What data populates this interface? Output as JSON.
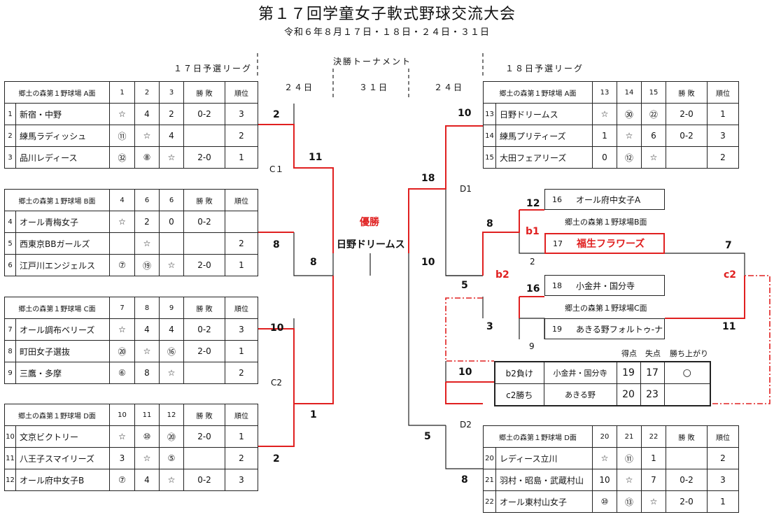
{
  "header": {
    "title": "第１７回学童女子軟式野球交流大会",
    "dates": "令和６年８月１７日・１８日・２４日・３１日"
  },
  "sections": {
    "left_league": "１７日予選リーグ",
    "right_league": "１８日予選リーグ",
    "final": "決勝トーナメント",
    "day24_left": "２４日",
    "day31": "３１日",
    "day24_right": "２４日"
  },
  "cols": {
    "wl": "勝 敗",
    "rank": "順位"
  },
  "leagues": {
    "A": {
      "venue": "郷土の森第１野球場 A面",
      "c1": "1",
      "c2": "2",
      "c3": "3",
      "rows": [
        {
          "no": "1",
          "team": "新宿・中野",
          "r1": "☆",
          "r2": "4",
          "r3": "2",
          "wl": "0-2",
          "rank": "3"
        },
        {
          "no": "2",
          "team": "練馬ラディッシュ",
          "r1": "⑪",
          "r2": "☆",
          "r3": "4",
          "wl": "",
          "rank": "2"
        },
        {
          "no": "3",
          "team": "品川レディース",
          "r1": "㉜",
          "r2": "⑧",
          "r3": "☆",
          "wl": "2-0",
          "rank": "1"
        }
      ]
    },
    "B": {
      "venue": "郷土の森第１野球場 B面",
      "c1": "4",
      "c2": "6",
      "c3": "6",
      "rows": [
        {
          "no": "4",
          "team": "オール青梅女子",
          "r1": "☆",
          "r2": "2",
          "r3": "0",
          "wl": "0-2",
          "rank": ""
        },
        {
          "no": "5",
          "team": "西東京BBガールズ",
          "r1": "",
          "r2": "☆",
          "r3": "",
          "wl": "",
          "rank": "2"
        },
        {
          "no": "6",
          "team": "江戸川エンジェルス",
          "r1": "⑦",
          "r2": "⑲",
          "r3": "☆",
          "wl": "2-0",
          "rank": "1"
        }
      ]
    },
    "C": {
      "venue": "郷土の森第１野球場 C面",
      "c1": "7",
      "c2": "8",
      "c3": "9",
      "rows": [
        {
          "no": "7",
          "team": "オール調布ベリーズ",
          "r1": "☆",
          "r2": "4",
          "r3": "4",
          "wl": "0-2",
          "rank": "3"
        },
        {
          "no": "8",
          "team": "町田女子選抜",
          "r1": "⑳",
          "r2": "☆",
          "r3": "⑯",
          "wl": "2-0",
          "rank": "1"
        },
        {
          "no": "9",
          "team": "三鷹・多摩",
          "r1": "⑥",
          "r2": "8",
          "r3": "☆",
          "wl": "",
          "rank": "2"
        }
      ]
    },
    "D": {
      "venue": "郷土の森第１野球場 D面",
      "c1": "10",
      "c2": "11",
      "c3": "12",
      "rows": [
        {
          "no": "10",
          "team": "文京ビクトリー",
          "r1": "☆",
          "r2": "⑩",
          "r3": "⑳",
          "wl": "2-0",
          "rank": "1"
        },
        {
          "no": "11",
          "team": "八王子スマイリーズ",
          "r1": "3",
          "r2": "☆",
          "r3": "⑤",
          "wl": "",
          "rank": "2"
        },
        {
          "no": "12",
          "team": "オール府中女子B",
          "r1": "⑦",
          "r2": "4",
          "r3": "☆",
          "wl": "0-2",
          "rank": "3"
        }
      ]
    },
    "RA": {
      "venue": "郷土の森第１野球場 A面",
      "c1": "13",
      "c2": "14",
      "c3": "15",
      "rows": [
        {
          "no": "13",
          "team": "日野ドリームス",
          "r1": "☆",
          "r2": "㉚",
          "r3": "㉒",
          "wl": "2-0",
          "rank": "1"
        },
        {
          "no": "14",
          "team": "練馬プリティーズ",
          "r1": "1",
          "r2": "☆",
          "r3": "6",
          "wl": "0-2",
          "rank": "3"
        },
        {
          "no": "15",
          "team": "大田フェアリーズ",
          "r1": "0",
          "r2": "⑫",
          "r3": "☆",
          "wl": "",
          "rank": "2"
        }
      ]
    },
    "RD": {
      "venue": "郷土の森第１野球場 D面",
      "c1": "20",
      "c2": "21",
      "c3": "22",
      "rows": [
        {
          "no": "20",
          "team": "レディース立川",
          "r1": "☆",
          "r2": "⑪",
          "r3": "1",
          "wl": "",
          "rank": "2"
        },
        {
          "no": "21",
          "team": "羽村・昭島・武蔵村山",
          "r1": "10",
          "r2": "☆",
          "r3": "7",
          "wl": "0-2",
          "rank": "3"
        },
        {
          "no": "22",
          "team": "オール東村山女子",
          "r1": "⑩",
          "r2": "⑬",
          "r3": "☆",
          "wl": "2-0",
          "rank": "1"
        }
      ]
    }
  },
  "bracket": {
    "s1": "2",
    "s2": "8",
    "s3": "11",
    "s4": "8",
    "s5": "10",
    "s6": "1",
    "s7": "2",
    "C1": "C１",
    "C2": "C2",
    "champion_label": "優勝",
    "champion": "日野ドリームス",
    "r18": "18",
    "r10a": "10",
    "r10b": "10",
    "r10c": "10",
    "r5a": "5",
    "r5b": "5",
    "r8": "8",
    "D1": "D1",
    "D2": "D2",
    "b1": "b1",
    "b2": "b2",
    "c2": "c2",
    "m12": "12",
    "m8": "8",
    "m2": "2",
    "m7": "7",
    "m16": "16",
    "m3": "3",
    "m9": "9",
    "m11": "11"
  },
  "boxes": {
    "t16_no": "16",
    "t16": "オール府中女子A",
    "venueB": "郷土の森第１野球場B面",
    "t17_no": "17",
    "t17": "福生フラワーズ",
    "t18_no": "18",
    "t18": "小金井・国分寺",
    "venueC": "郷土の森第１野球場C面",
    "t19_no": "19",
    "t19": "あきる野フォルトゥ-ナ"
  },
  "compare": {
    "h_score": "得点",
    "h_lost": "失点",
    "h_adv": "勝ち上がり",
    "rows": [
      {
        "tag": "b2負け",
        "team": "小金井・国分寺",
        "score": "19",
        "lost": "17",
        "adv": "○"
      },
      {
        "tag": "c2勝ち",
        "team": "あきる野",
        "score": "20",
        "lost": "23",
        "adv": ""
      }
    ]
  },
  "colors": {
    "accent": "#e02020",
    "line": "#222222"
  }
}
